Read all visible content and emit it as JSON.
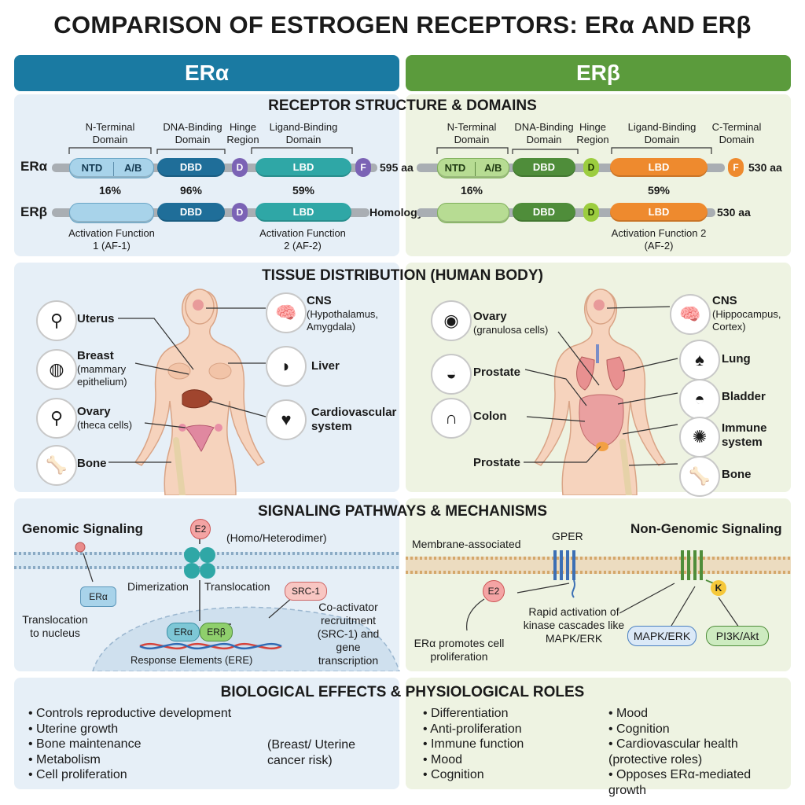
{
  "title": "COMPARISON OF ESTROGEN RECEPTORS: ERα AND ERβ",
  "headers": {
    "left": "ERα",
    "right": "ERβ"
  },
  "colors": {
    "left_accent": "#1e7aa3",
    "right_accent": "#5c9a3e",
    "lbd_teal": "#2fa7a6",
    "lbd_orange": "#ee8a2e",
    "dbd_blue": "#1f6e99",
    "dbd_green": "#4f8d3a",
    "hinge_purple": "#7b63b5"
  },
  "structure": {
    "title": "RECEPTOR STRUCTURE & DOMAINS",
    "left": {
      "labels": {
        "ntd": "N-Terminal Domain",
        "dbd": "DNA-Binding Domain",
        "hinge": "Hinge Region",
        "lbd": "Ligand-Binding Domain"
      },
      "row1": {
        "name": "ERα",
        "ntd": "NTD",
        "ab": "A/B",
        "dbd": "DBD",
        "d": "D",
        "lbd": "LBD",
        "f": "F",
        "aa": "595 aa"
      },
      "percents": {
        "ntd": "16%",
        "dbd": "96%",
        "lbd": "59%"
      },
      "row2": {
        "name": "ERβ",
        "dbd": "DBD",
        "d": "D",
        "lbd": "LBD",
        "homology": "Homology"
      },
      "af1": "Activation Function 1 (AF-1)",
      "af2": "Activation Function 2 (AF-2)"
    },
    "right": {
      "labels": {
        "ntd": "N-Terminal Domain",
        "dbd": "DNA-Binding Domain",
        "hinge": "Hinge Region",
        "lbd": "Ligand-Binding Domain",
        "cterm": "C-Terminal Domain"
      },
      "row1": {
        "ntd": "NTD",
        "ab": "A/B",
        "dbd": "DBD",
        "d": "D",
        "lbd": "LBD",
        "f": "F",
        "aa": "530 aa"
      },
      "percents": {
        "ntd": "16%",
        "lbd": "59%"
      },
      "row2": {
        "dbd": "DBD",
        "d": "D",
        "lbd": "LBD",
        "aa": "530 aa"
      },
      "af2": "Activation Function 2 (AF-2)"
    }
  },
  "tissue": {
    "title": "TISSUE DISTRIBUTION (HUMAN BODY)",
    "left": [
      {
        "name": "Uterus",
        "sub": "",
        "icon": "uterus-icon"
      },
      {
        "name": "Breast",
        "sub": "(mammary epithelium)",
        "icon": "breast-icon"
      },
      {
        "name": "Ovary",
        "sub": "(theca cells)",
        "icon": "ovary-icon"
      },
      {
        "name": "Bone",
        "sub": "",
        "icon": "bone-icon"
      },
      {
        "name": "CNS",
        "sub": "(Hypothalamus, Amygdala)",
        "icon": "brain-icon"
      },
      {
        "name": "Liver",
        "sub": "",
        "icon": "liver-icon"
      },
      {
        "name": "Cardiovascular system",
        "sub": "",
        "icon": "heart-icon"
      }
    ],
    "right": [
      {
        "name": "Ovary",
        "sub": "(granulosa cells)",
        "icon": "ovary-icon"
      },
      {
        "name": "Prostate",
        "sub": "",
        "icon": "prostate-icon"
      },
      {
        "name": "Colon",
        "sub": "",
        "icon": "colon-icon"
      },
      {
        "name": "Prostate",
        "sub": "",
        "icon": ""
      },
      {
        "name": "CNS",
        "sub": "(Hippocampus, Cortex)",
        "icon": "brain-icon"
      },
      {
        "name": "Lung",
        "sub": "",
        "icon": "lung-icon"
      },
      {
        "name": "Bladder",
        "sub": "",
        "icon": "bladder-icon"
      },
      {
        "name": "Immune system",
        "sub": "",
        "icon": "immune-cell-icon"
      },
      {
        "name": "Bone",
        "sub": "",
        "icon": "bone-icon"
      }
    ]
  },
  "signaling": {
    "title": "SIGNALING PATHWAYS & MECHANISMS",
    "genomic": {
      "title": "Genomic Signaling",
      "e2": "E2",
      "dimer": "(Homo/Heterodimer)",
      "dimerization": "Dimerization",
      "translocation": "Translocation",
      "era": "ERα",
      "translocation_nucleus": "Translocation to nucleus",
      "src1": "SRC-1",
      "coactivator": "Co-activator recruitment (SRC-1) and gene transcription",
      "era2": "ERα",
      "erb2": "ERβ",
      "ere": "Response Elements (ERE)"
    },
    "nongenomic": {
      "title": "Non-Genomic Signaling",
      "membrane": "Membrane-associated",
      "gper": "GPER",
      "e2": "E2",
      "promotes": "ERα promotes cell proliferation",
      "rapid": "Rapid activation of kinase cascades like MAPK/ERK",
      "k": "K",
      "mapk": "MAPK/ERK",
      "pi3k": "PI3K/Akt"
    }
  },
  "effects": {
    "title": "BIOLOGICAL EFFECTS & PHYSIOLOGICAL ROLES",
    "left": [
      "Controls reproductive development",
      "Uterine growth",
      "Bone maintenance",
      "Metabolism",
      "Cell proliferation"
    ],
    "left_note": "(Breast/ Uterine cancer risk)",
    "right_a": [
      "Differentiation",
      "Anti-proliferation",
      "Immune function",
      "Mood",
      "Cognition"
    ],
    "right_b": [
      "Mood",
      "Cognition",
      "Cardiovascular health (protective roles)",
      "Opposes ERα-mediated growth"
    ]
  }
}
